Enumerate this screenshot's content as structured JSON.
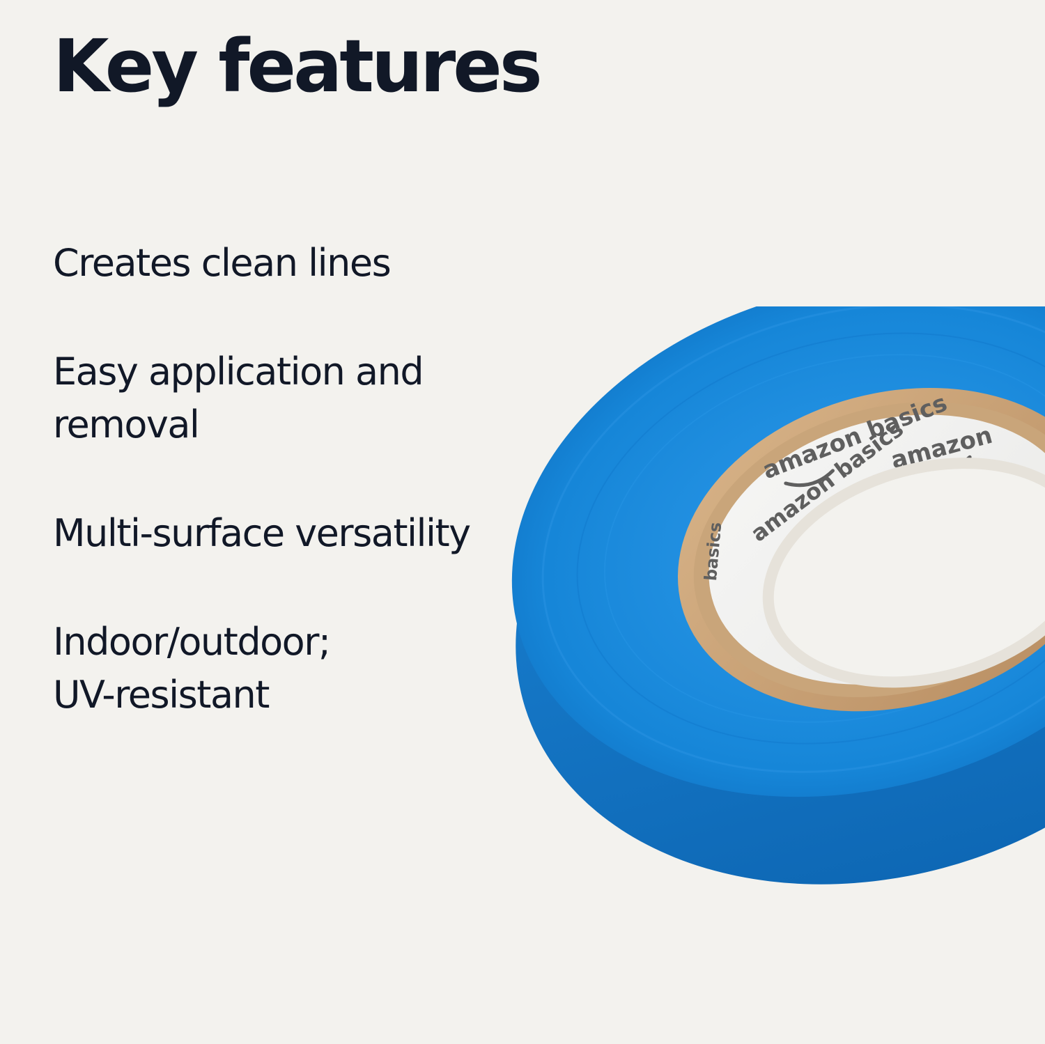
{
  "heading": {
    "title": "Key features"
  },
  "features": [
    {
      "text": "Creates clean lines"
    },
    {
      "text": "Easy application and\nremoval"
    },
    {
      "text": "Multi-surface versatility"
    },
    {
      "text": "Indoor/outdoor;\nUV-resistant"
    }
  ],
  "product_image": {
    "subject": "blue painter's tape roll",
    "core_labels": [
      "amazon basics",
      "amazon",
      "amazon basics",
      "amazon basics",
      "basics"
    ]
  },
  "colors": {
    "background": "#f3f2ee",
    "text": "#111827",
    "tape_blue": "#1686d8",
    "tape_blue_dark": "#0f6fc0",
    "core_card": "#c9a57a"
  }
}
